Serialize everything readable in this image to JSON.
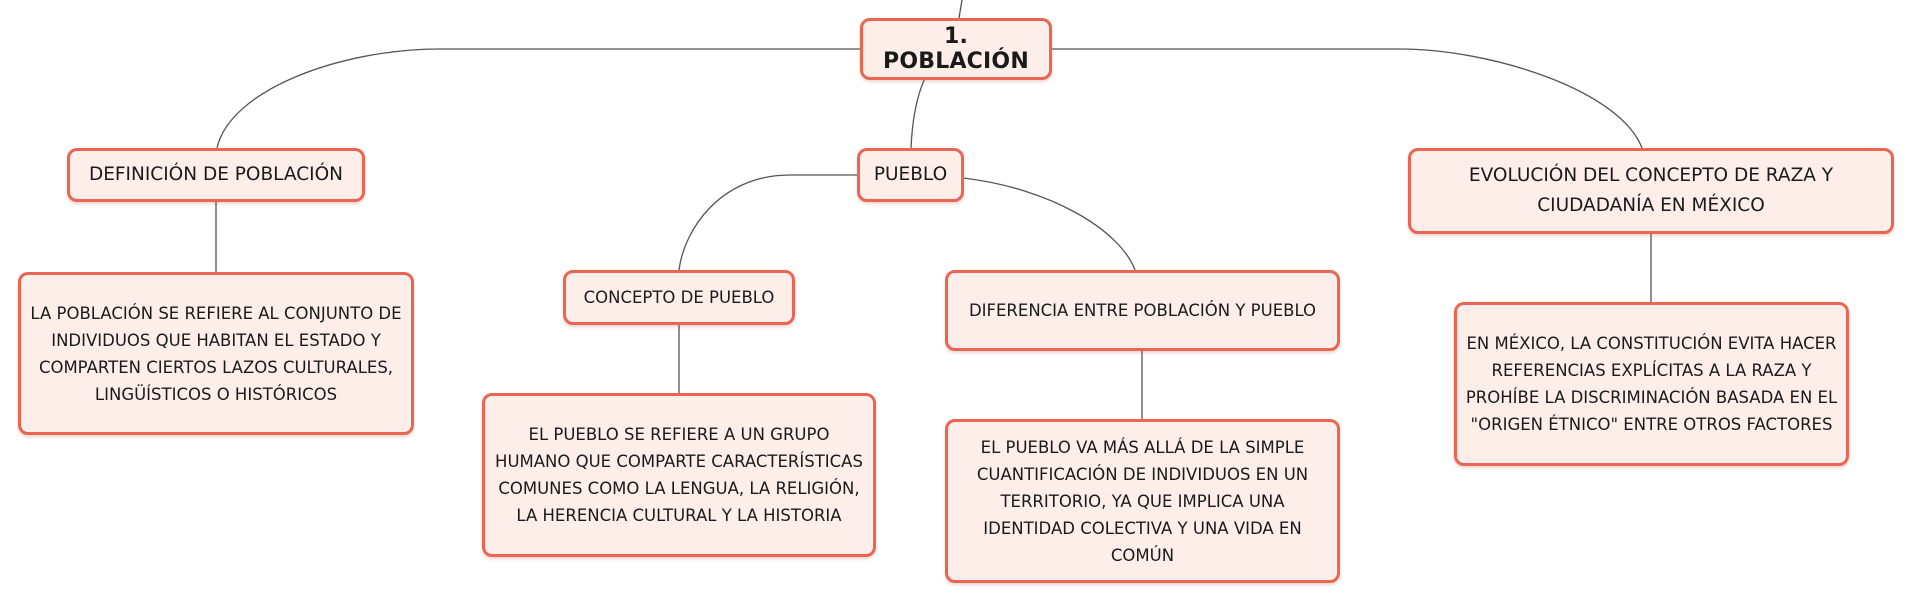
{
  "diagram": {
    "root": {
      "label": "1. POBLACIÓN"
    },
    "branches": [
      {
        "label": "DEFINICIÓN DE POBLACIÓN",
        "detail": "LA POBLACIÓN SE REFIERE AL CONJUNTO DE INDIVIDUOS QUE HABITAN EL ESTADO Y COMPARTEN CIERTOS LAZOS CULTURALES, LINGÜÍSTICOS O HISTÓRICOS"
      },
      {
        "label": "PUEBLO",
        "children": [
          {
            "label": "CONCEPTO DE PUEBLO",
            "detail": "EL PUEBLO SE REFIERE A UN GRUPO HUMANO QUE COMPARTE CARACTERÍSTICAS COMUNES COMO LA LENGUA, LA RELIGIÓN, LA HERENCIA CULTURAL Y LA HISTORIA"
          },
          {
            "label": "DIFERENCIA ENTRE POBLACIÓN Y PUEBLO",
            "detail": "EL PUEBLO VA MÁS ALLÁ DE LA SIMPLE CUANTIFICACIÓN DE INDIVIDUOS EN UN TERRITORIO, YA QUE IMPLICA UNA IDENTIDAD COLECTIVA Y UNA VIDA EN COMÚN"
          }
        ]
      },
      {
        "label": "EVOLUCIÓN DEL CONCEPTO DE RAZA Y CIUDADANÍA EN MÉXICO",
        "detail": "EN MÉXICO, LA CONSTITUCIÓN EVITA HACER REFERENCIAS EXPLÍCITAS A LA RAZA Y PROHÍBE LA DISCRIMINACIÓN BASADA EN EL \"ORIGEN ÉTNICO\" ENTRE OTROS FACTORES"
      }
    ]
  },
  "colors": {
    "node_fill": "#fdeeea",
    "node_border": "#ea6552",
    "connector": "#555555",
    "text": "#1a1a1a"
  }
}
